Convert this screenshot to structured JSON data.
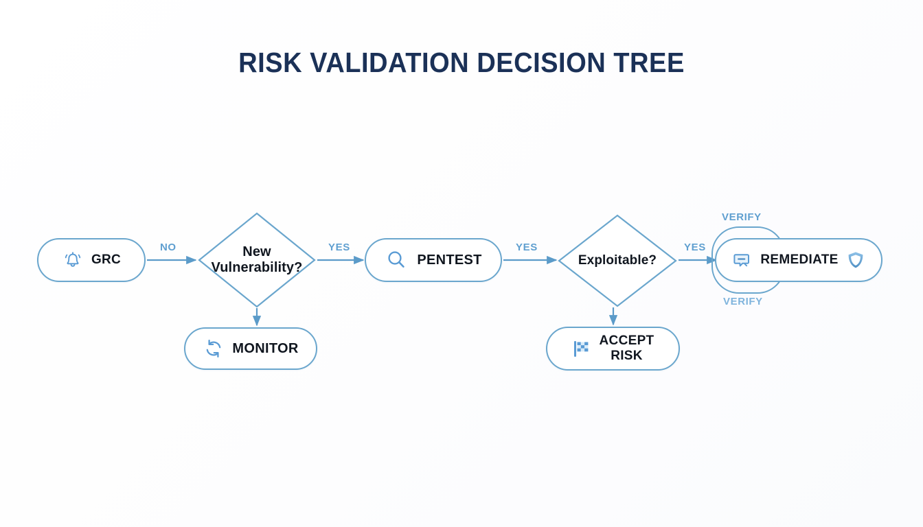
{
  "title": "RISK VALIDATION DECISION TREE",
  "theme": {
    "background": "#ffffff",
    "title_color": "#1b3157",
    "node_border": "#6aa6cd",
    "node_fill": "#ffffff",
    "node_text": "#10161f",
    "edge_color": "#5b9bc9",
    "edge_label_color": "#5f9fd0",
    "icon_color": "#5a9bd4"
  },
  "diagram": {
    "type": "flowchart",
    "nodes": [
      {
        "id": "grc",
        "label": "GRC",
        "shape": "pill",
        "icon": "bell-icon"
      },
      {
        "id": "newvuln",
        "label": "New\nVulnerability?",
        "shape": "diamond",
        "icon": null
      },
      {
        "id": "monitor",
        "label": "MONITOR",
        "shape": "pill",
        "icon": "sync-icon"
      },
      {
        "id": "pentest",
        "label": "PENTEST",
        "shape": "pill",
        "icon": "search-icon"
      },
      {
        "id": "exploit",
        "label": "Exploitable?",
        "shape": "diamond",
        "icon": null
      },
      {
        "id": "accept",
        "label": "ACCEPT\nRISK",
        "shape": "pill",
        "icon": "checkered-flag-icon"
      },
      {
        "id": "remediate",
        "label": "REMEDIATE",
        "shape": "pill",
        "icon": "message-minus-icon",
        "icon_right": "shield-icon"
      }
    ],
    "edges": [
      {
        "from": "grc",
        "to": "newvuln",
        "label": "NO"
      },
      {
        "from": "newvuln",
        "to": "pentest",
        "label": "YES"
      },
      {
        "from": "newvuln",
        "to": "monitor",
        "label": ""
      },
      {
        "from": "pentest",
        "to": "exploit",
        "label": "YES"
      },
      {
        "from": "exploit",
        "to": "remediate",
        "label": "YES"
      },
      {
        "from": "exploit",
        "to": "accept",
        "label": ""
      },
      {
        "from": "remediate",
        "to": "remediate",
        "label": "VERIFY"
      },
      {
        "from": "remediate",
        "to": "remediate",
        "label": "VERIFY"
      }
    ],
    "edge_labels": {
      "no": "NO",
      "yes_1": "YES",
      "yes_2": "YES",
      "yes_3": "YES",
      "verify_top": "VERIFY",
      "verify_bottom": "VERIFY"
    }
  }
}
